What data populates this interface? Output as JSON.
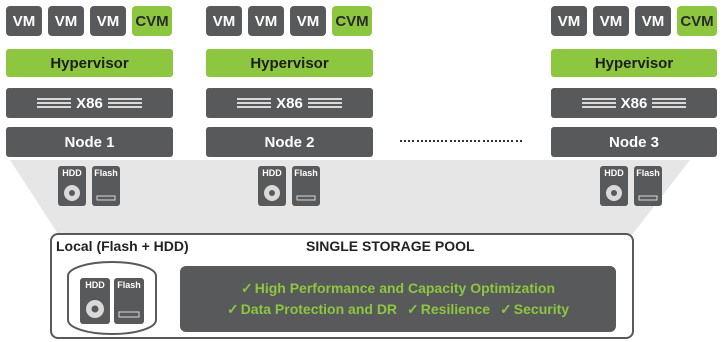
{
  "colors": {
    "dark": "#58595b",
    "accent": "#8dc63f",
    "funnel": "#e6e6e6"
  },
  "nodes": [
    {
      "vm_labels": [
        "VM",
        "VM",
        "VM"
      ],
      "cvm_label": "CVM",
      "hypervisor": "Hypervisor",
      "cpu": "X86",
      "name": "Node 1",
      "disks": [
        {
          "label": "HDD",
          "icon": "hdd-icon"
        },
        {
          "label": "Flash",
          "icon": "flash-icon"
        }
      ]
    },
    {
      "vm_labels": [
        "VM",
        "VM",
        "VM"
      ],
      "cvm_label": "CVM",
      "hypervisor": "Hypervisor",
      "cpu": "X86",
      "name": "Node 2",
      "disks": [
        {
          "label": "HDD",
          "icon": "hdd-icon"
        },
        {
          "label": "Flash",
          "icon": "flash-icon"
        }
      ]
    },
    {
      "vm_labels": [
        "VM",
        "VM",
        "VM"
      ],
      "cvm_label": "CVM",
      "hypervisor": "Hypervisor",
      "cpu": "X86",
      "name": "Node 3",
      "disks": [
        {
          "label": "HDD",
          "icon": "hdd-icon"
        },
        {
          "label": "Flash",
          "icon": "flash-icon"
        }
      ]
    }
  ],
  "pool": {
    "local_label": "Local (Flash + HDD)",
    "title": "SINGLE STORAGE POOL",
    "disks": [
      {
        "label": "HDD",
        "icon": "hdd-icon"
      },
      {
        "label": "Flash",
        "icon": "flash-icon"
      }
    ],
    "checkmark": "✓",
    "features_row1": [
      "High Performance and Capacity Optimization"
    ],
    "features_row2": [
      "Data Protection and DR",
      "Resilience",
      "Security"
    ]
  }
}
